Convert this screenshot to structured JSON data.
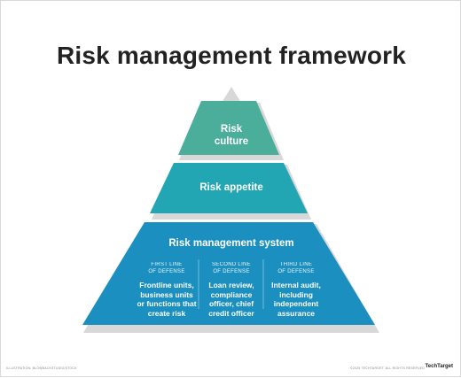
{
  "title": "Risk management framework",
  "tiers": {
    "culture": {
      "label": "Risk\nculture"
    },
    "appetite": {
      "label": "Risk appetite"
    },
    "system": {
      "label": "Risk management system",
      "columns": [
        {
          "heading": "FIRST LINE\nOF DEFENSE",
          "body": "Frontline units,\nbusiness units\nor functions that\ncreate risk"
        },
        {
          "heading": "SECOND LINE\nOF DEFENSE",
          "body": "Loan review,\ncompliance\nofficer, chief\ncredit officer"
        },
        {
          "heading": "THIRD LINE\nOF DEFENSE",
          "body": "Internal audit,\nincluding\nindependent\nassurance"
        }
      ]
    }
  },
  "footer": {
    "left": "ILLUSTRATION: BLOWBACKSTUDIO/STOCK",
    "right": "©2025 TECHTARGET. ALL RIGHTS RESERVED",
    "brand": "TechTarget"
  },
  "colors": {
    "culture": "#4aae9b",
    "appetite": "#22a6b3",
    "system": "#1b8fbf",
    "shadow": "#d8d8d8"
  }
}
